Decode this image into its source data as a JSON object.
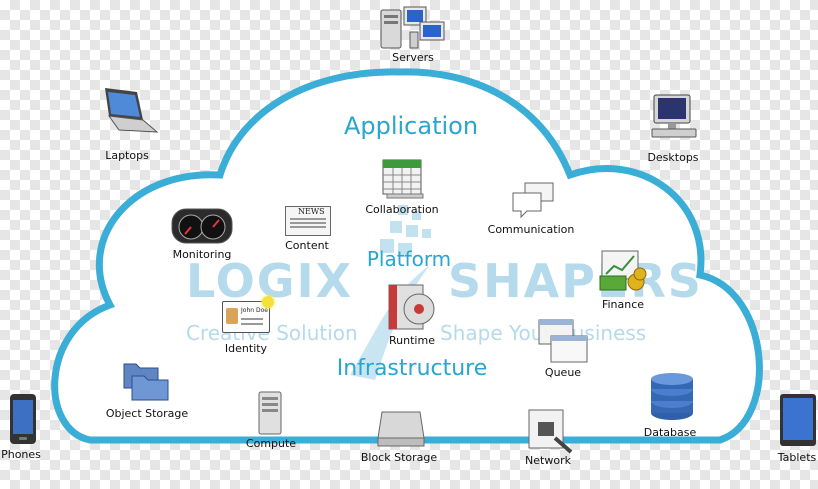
{
  "layers": {
    "application": "Application",
    "platform": "Platform",
    "infrastructure": "Infrastructure"
  },
  "outside": {
    "servers": "Servers",
    "laptops": "Laptops",
    "desktops": "Desktops",
    "phones": "Phones",
    "tablets": "Tablets"
  },
  "components": {
    "collaboration": "Collaboration",
    "communication": "Communication",
    "monitoring": "Monitoring",
    "content": "Content",
    "finance": "Finance",
    "identity": "Identity",
    "runtime": "Runtime",
    "queue": "Queue",
    "object_storage": "Object Storage",
    "compute": "Compute",
    "block_storage": "Block Storage",
    "network": "Network",
    "database": "Database"
  },
  "watermark": {
    "logo_left": "LOGIX",
    "logo_right": "SHAPERS",
    "tagline_left": "Creative Solution",
    "tagline_right": "Shape Your Business"
  },
  "identity_card_name": "John Doe",
  "news_label": "NEWS",
  "colors": {
    "cloud_outline": "#3aaed6",
    "layer_text": "#29a6cf"
  }
}
